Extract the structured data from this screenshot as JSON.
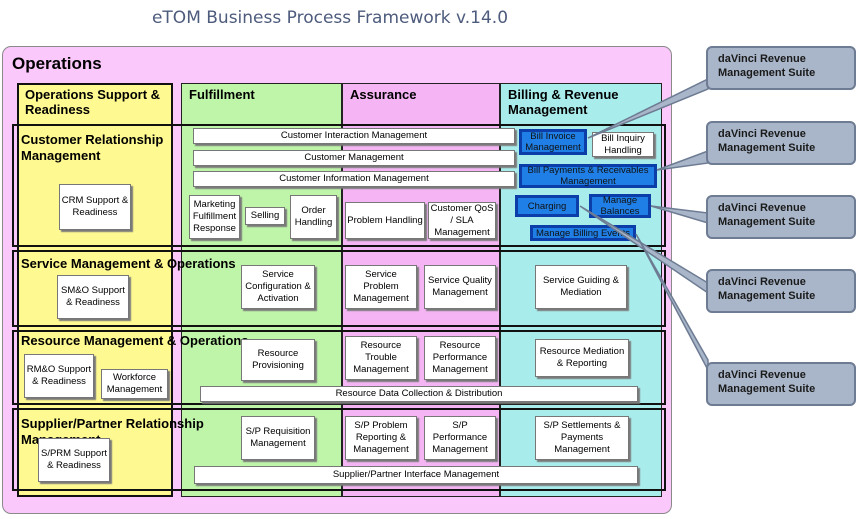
{
  "title": "eTOM Business Process Framework v.14.0",
  "operations_label": "Operations",
  "columns": {
    "osr": "Operations Support & Readiness",
    "fulfillment": "Fulfillment",
    "assurance": "Assurance",
    "billing": "Billing & Revenue Management"
  },
  "bands": {
    "crm": "Customer Relationship Management",
    "smo": "Service Management & Operations",
    "rmo": "Resource Management & Operations",
    "sprm": "Supplier/Partner Relationship Management"
  },
  "boxes": {
    "cim": "Customer Interaction Management",
    "cm": "Customer Management",
    "cinfo": "Customer Information Management",
    "crm_sr": "CRM Support & Readiness",
    "mfr": "Marketing Fulfillment Response",
    "selling": "Selling",
    "order": "Order Handling",
    "problem": "Problem Handling",
    "qos": "Customer QoS / SLA Management",
    "bill_inquiry": "Bill Inquiry Handling",
    "smo_sr": "SM&O Support & Readiness",
    "svc_config": "Service Configuration & Activation",
    "svc_problem": "Service Problem Management",
    "svc_quality": "Service Quality Management",
    "svc_guiding": "Service Guiding & Mediation",
    "rmo_sr": "RM&O Support & Readiness",
    "workforce": "Workforce Management",
    "res_prov": "Resource Provisioning",
    "res_trouble": "Resource Trouble Management",
    "res_perf": "Resource Performance Management",
    "res_med": "Resource Mediation & Reporting",
    "rdcd": "Resource Data Collection & Distribution",
    "sprm_sr": "S/PRM Support & Readiness",
    "sp_req": "S/P Requisition Management",
    "sp_problem": "S/P Problem Reporting & Management",
    "sp_perf": "S/P Performance Management",
    "sp_settle": "S/P Settlements & Payments Management",
    "sp_interface": "Supplier/Partner Interface Management"
  },
  "highlighted": {
    "bill_invoice": "Bill Invoice Management",
    "bill_payments": "Bill Payments & Receivables Management",
    "charging": "Charging",
    "manage_balances": "Manage Balances",
    "manage_billing_events": "Manage Billing Events"
  },
  "callouts": [
    "daVinci Revenue Management Suite",
    "daVinci Revenue Management Suite",
    "daVinci Revenue Management Suite",
    "daVinci Revenue Management Suite",
    "daVinci Revenue Management Suite"
  ],
  "colors": {
    "operations_bg": "#fbc8fb",
    "osr_bg": "#fef990",
    "fulfillment_bg": "#bff5a9",
    "assurance_bg": "#f5b5f4",
    "billing_bg": "#a9ecec",
    "highlight": "#1f7fe6",
    "callout_bg": "#a9b6c9"
  }
}
